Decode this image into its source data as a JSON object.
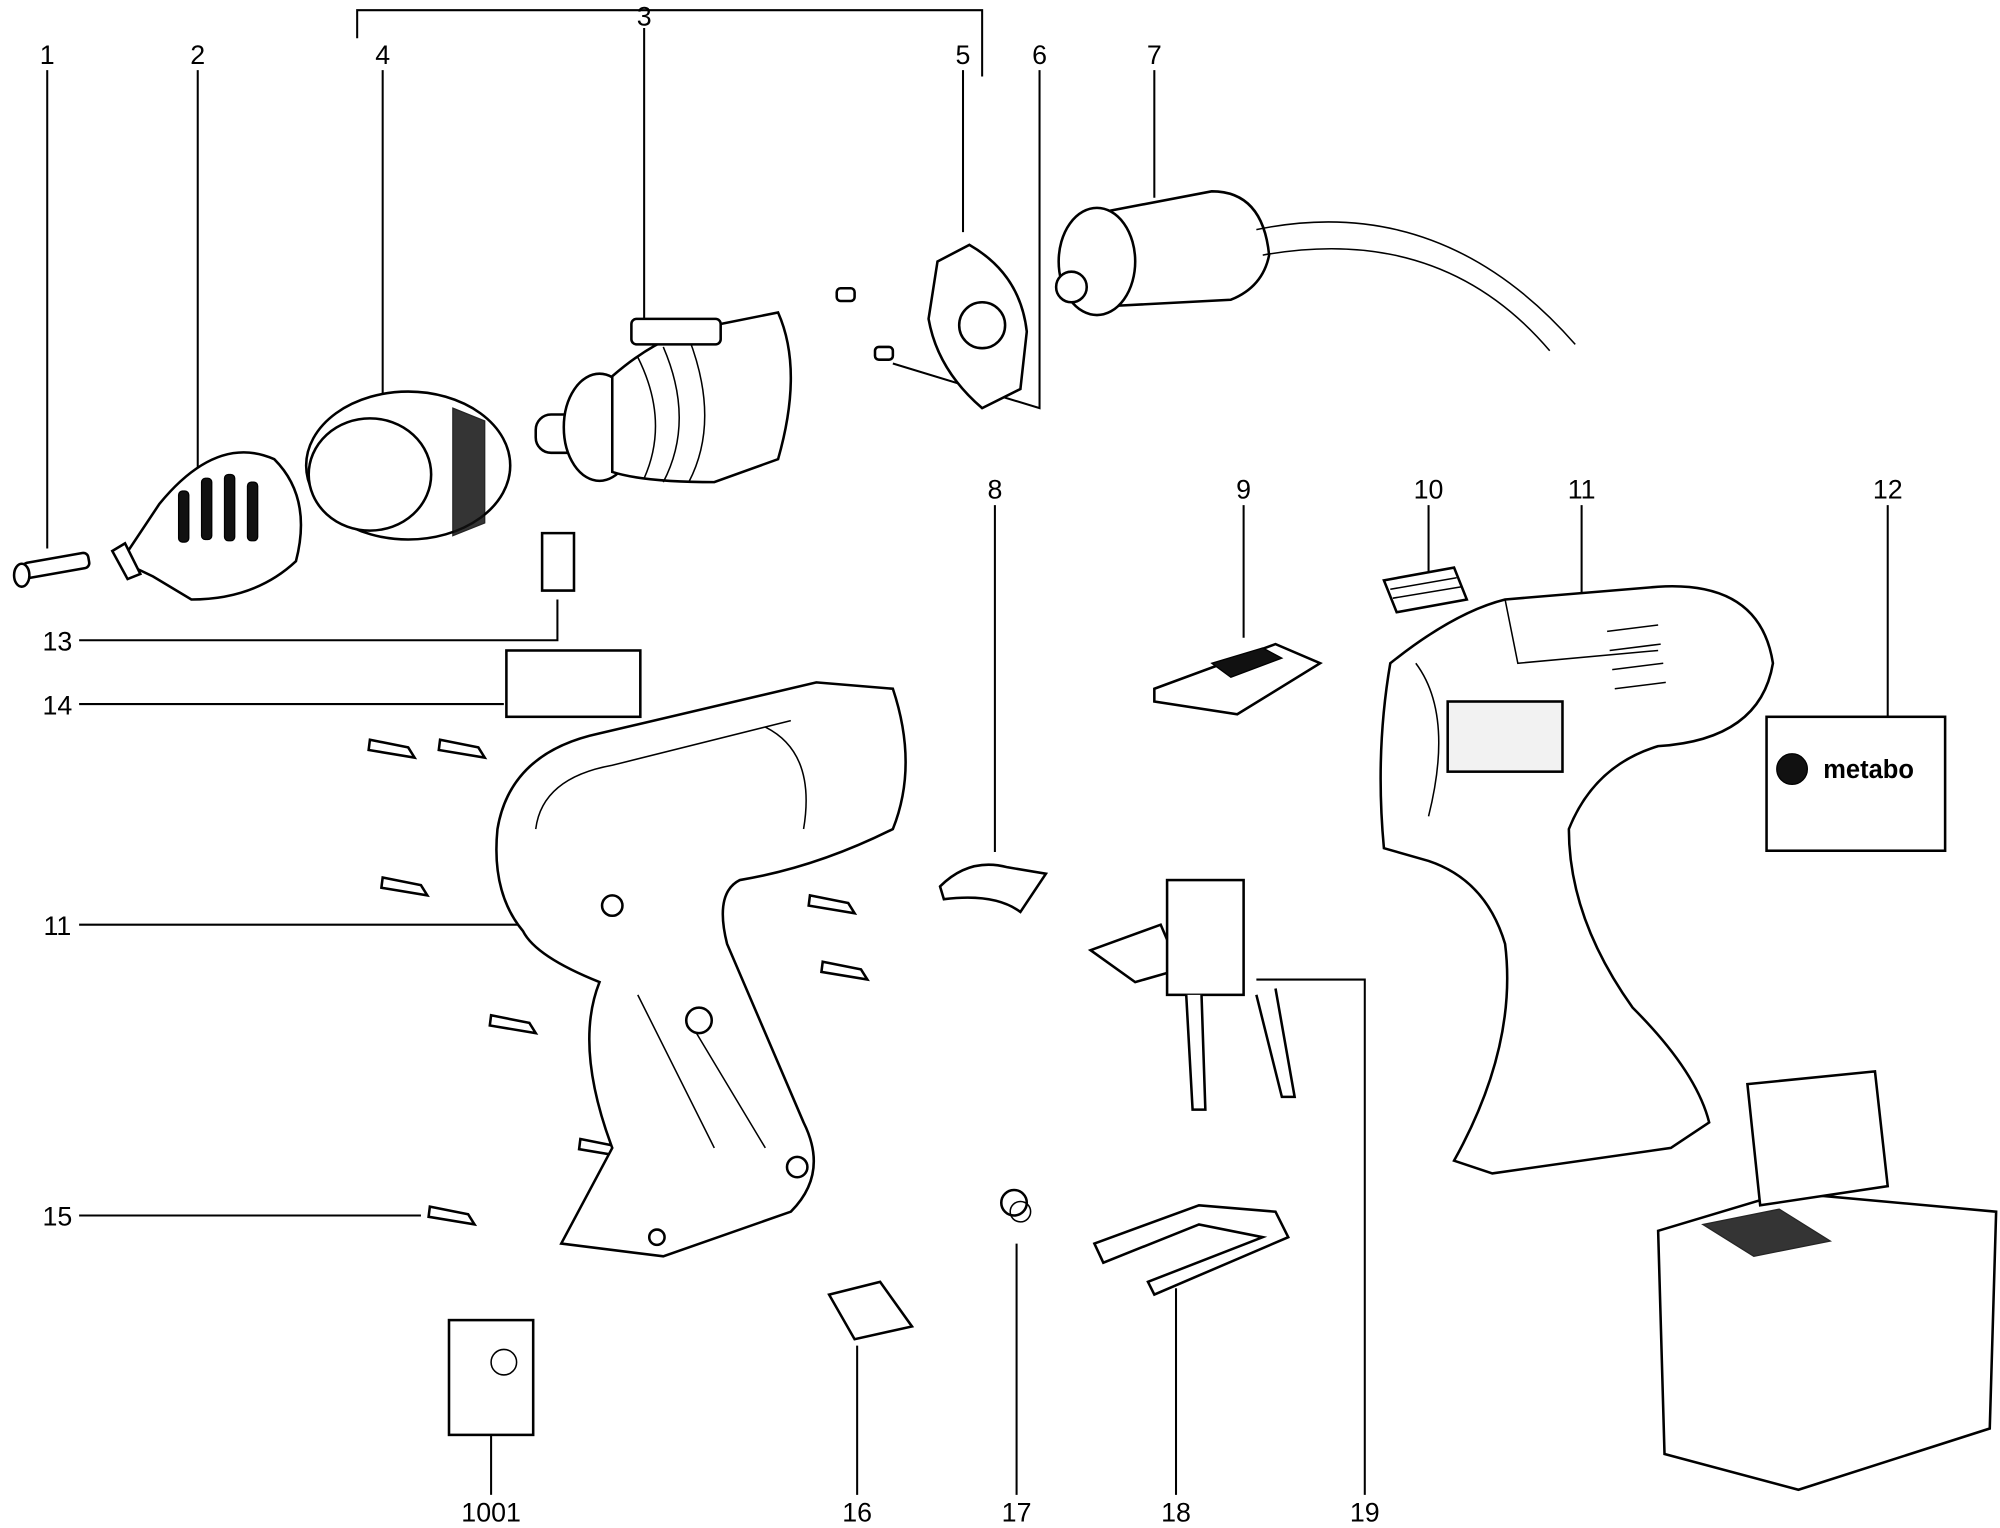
{
  "title": "Exploded parts diagram - cordless drill",
  "callouts": {
    "c1": "1",
    "c2": "2",
    "c3": "3",
    "c4": "4",
    "c5": "5",
    "c6": "6",
    "c7": "7",
    "c8": "8",
    "c9": "9",
    "c10": "10",
    "c11_top": "11",
    "c12": "12",
    "c13": "13",
    "c14": "14",
    "c11_left": "11",
    "c15": "15",
    "c1001": "1001",
    "c16": "16",
    "c17": "17",
    "c18": "18",
    "c19": "19"
  },
  "logo_text": "metabo"
}
